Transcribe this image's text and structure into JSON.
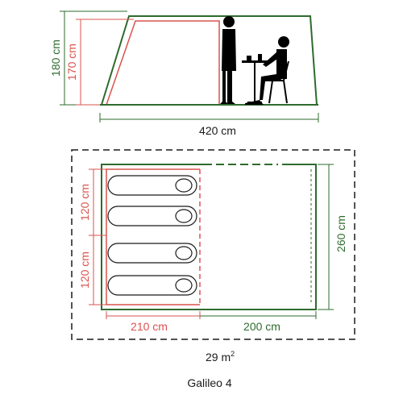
{
  "side_view": {
    "height_outer": "180 cm",
    "height_inner": "170 cm",
    "length": "420 cm"
  },
  "floor_plan": {
    "width": "260 cm",
    "berth_width_1": "120 cm",
    "berth_width_2": "120 cm",
    "bedroom_length": "210 cm",
    "living_length": "200 cm"
  },
  "area": {
    "value": "29 m",
    "unit_superscript": "2"
  },
  "model_name": "Galileo 4",
  "colors": {
    "outer": "#2e6b2e",
    "inner": "#d9534f",
    "figure": "#000000"
  },
  "icons": [
    "standing-person-icon",
    "seated-person-icon",
    "table-icon",
    "chair-icon",
    "sleeping-bag-icon"
  ]
}
